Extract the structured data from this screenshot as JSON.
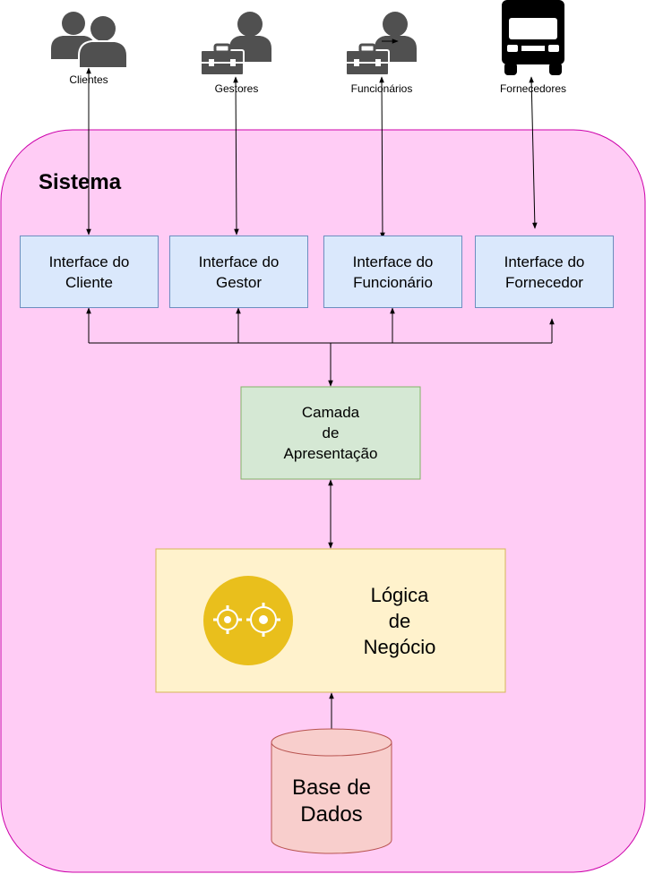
{
  "actors": [
    {
      "name": "Clientes",
      "icon": "two-users-icon"
    },
    {
      "name": "Gestores",
      "icon": "manager-briefcase-icon"
    },
    {
      "name": "Funcionários",
      "icon": "worker-briefcase-icon"
    },
    {
      "name": "Fornecedores",
      "icon": "truck-icon"
    }
  ],
  "system": {
    "title": "Sistema",
    "fill": "#ffccf5",
    "stroke": "#cc00aa"
  },
  "interfaces": [
    {
      "label": "Interface do\nCliente"
    },
    {
      "label": "Interface do\nGestor"
    },
    {
      "label": "Interface do\nFuncionário"
    },
    {
      "label": "Interface do\nFornecedor"
    }
  ],
  "presentation": {
    "label": "Camada\nde\nApresentação"
  },
  "business_logic": {
    "label": "Lógica\nde\nNegócio",
    "icon": "gears-icon"
  },
  "database": {
    "label": "Base de\nDados"
  },
  "colors": {
    "interface_fill": "#dae8fc",
    "interface_stroke": "#6c8ebf",
    "presentation_fill": "#d5e8d4",
    "presentation_stroke": "#82b366",
    "logic_fill": "#fff2cc",
    "logic_stroke": "#d6b656",
    "gear_circle": "#e9bf1c",
    "db_fill": "#f8cecc",
    "db_stroke": "#b85450",
    "actor_icon": "#505050"
  }
}
